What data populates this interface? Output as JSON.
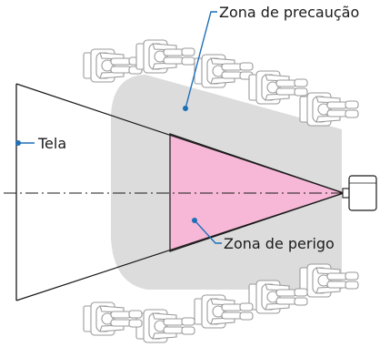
{
  "labels": {
    "caution_zone": "Zona de precaução",
    "screen": "Tela",
    "danger_zone": "Zona de perigo"
  },
  "colors": {
    "caution_fill": "#dcdcdc",
    "danger_fill": "#f6b8d6",
    "leader_line": "#1e6fb8",
    "outline": "#1a1a1a"
  },
  "icons": {
    "projector": "projector-icon",
    "seated_person": "seated-person-icon"
  }
}
